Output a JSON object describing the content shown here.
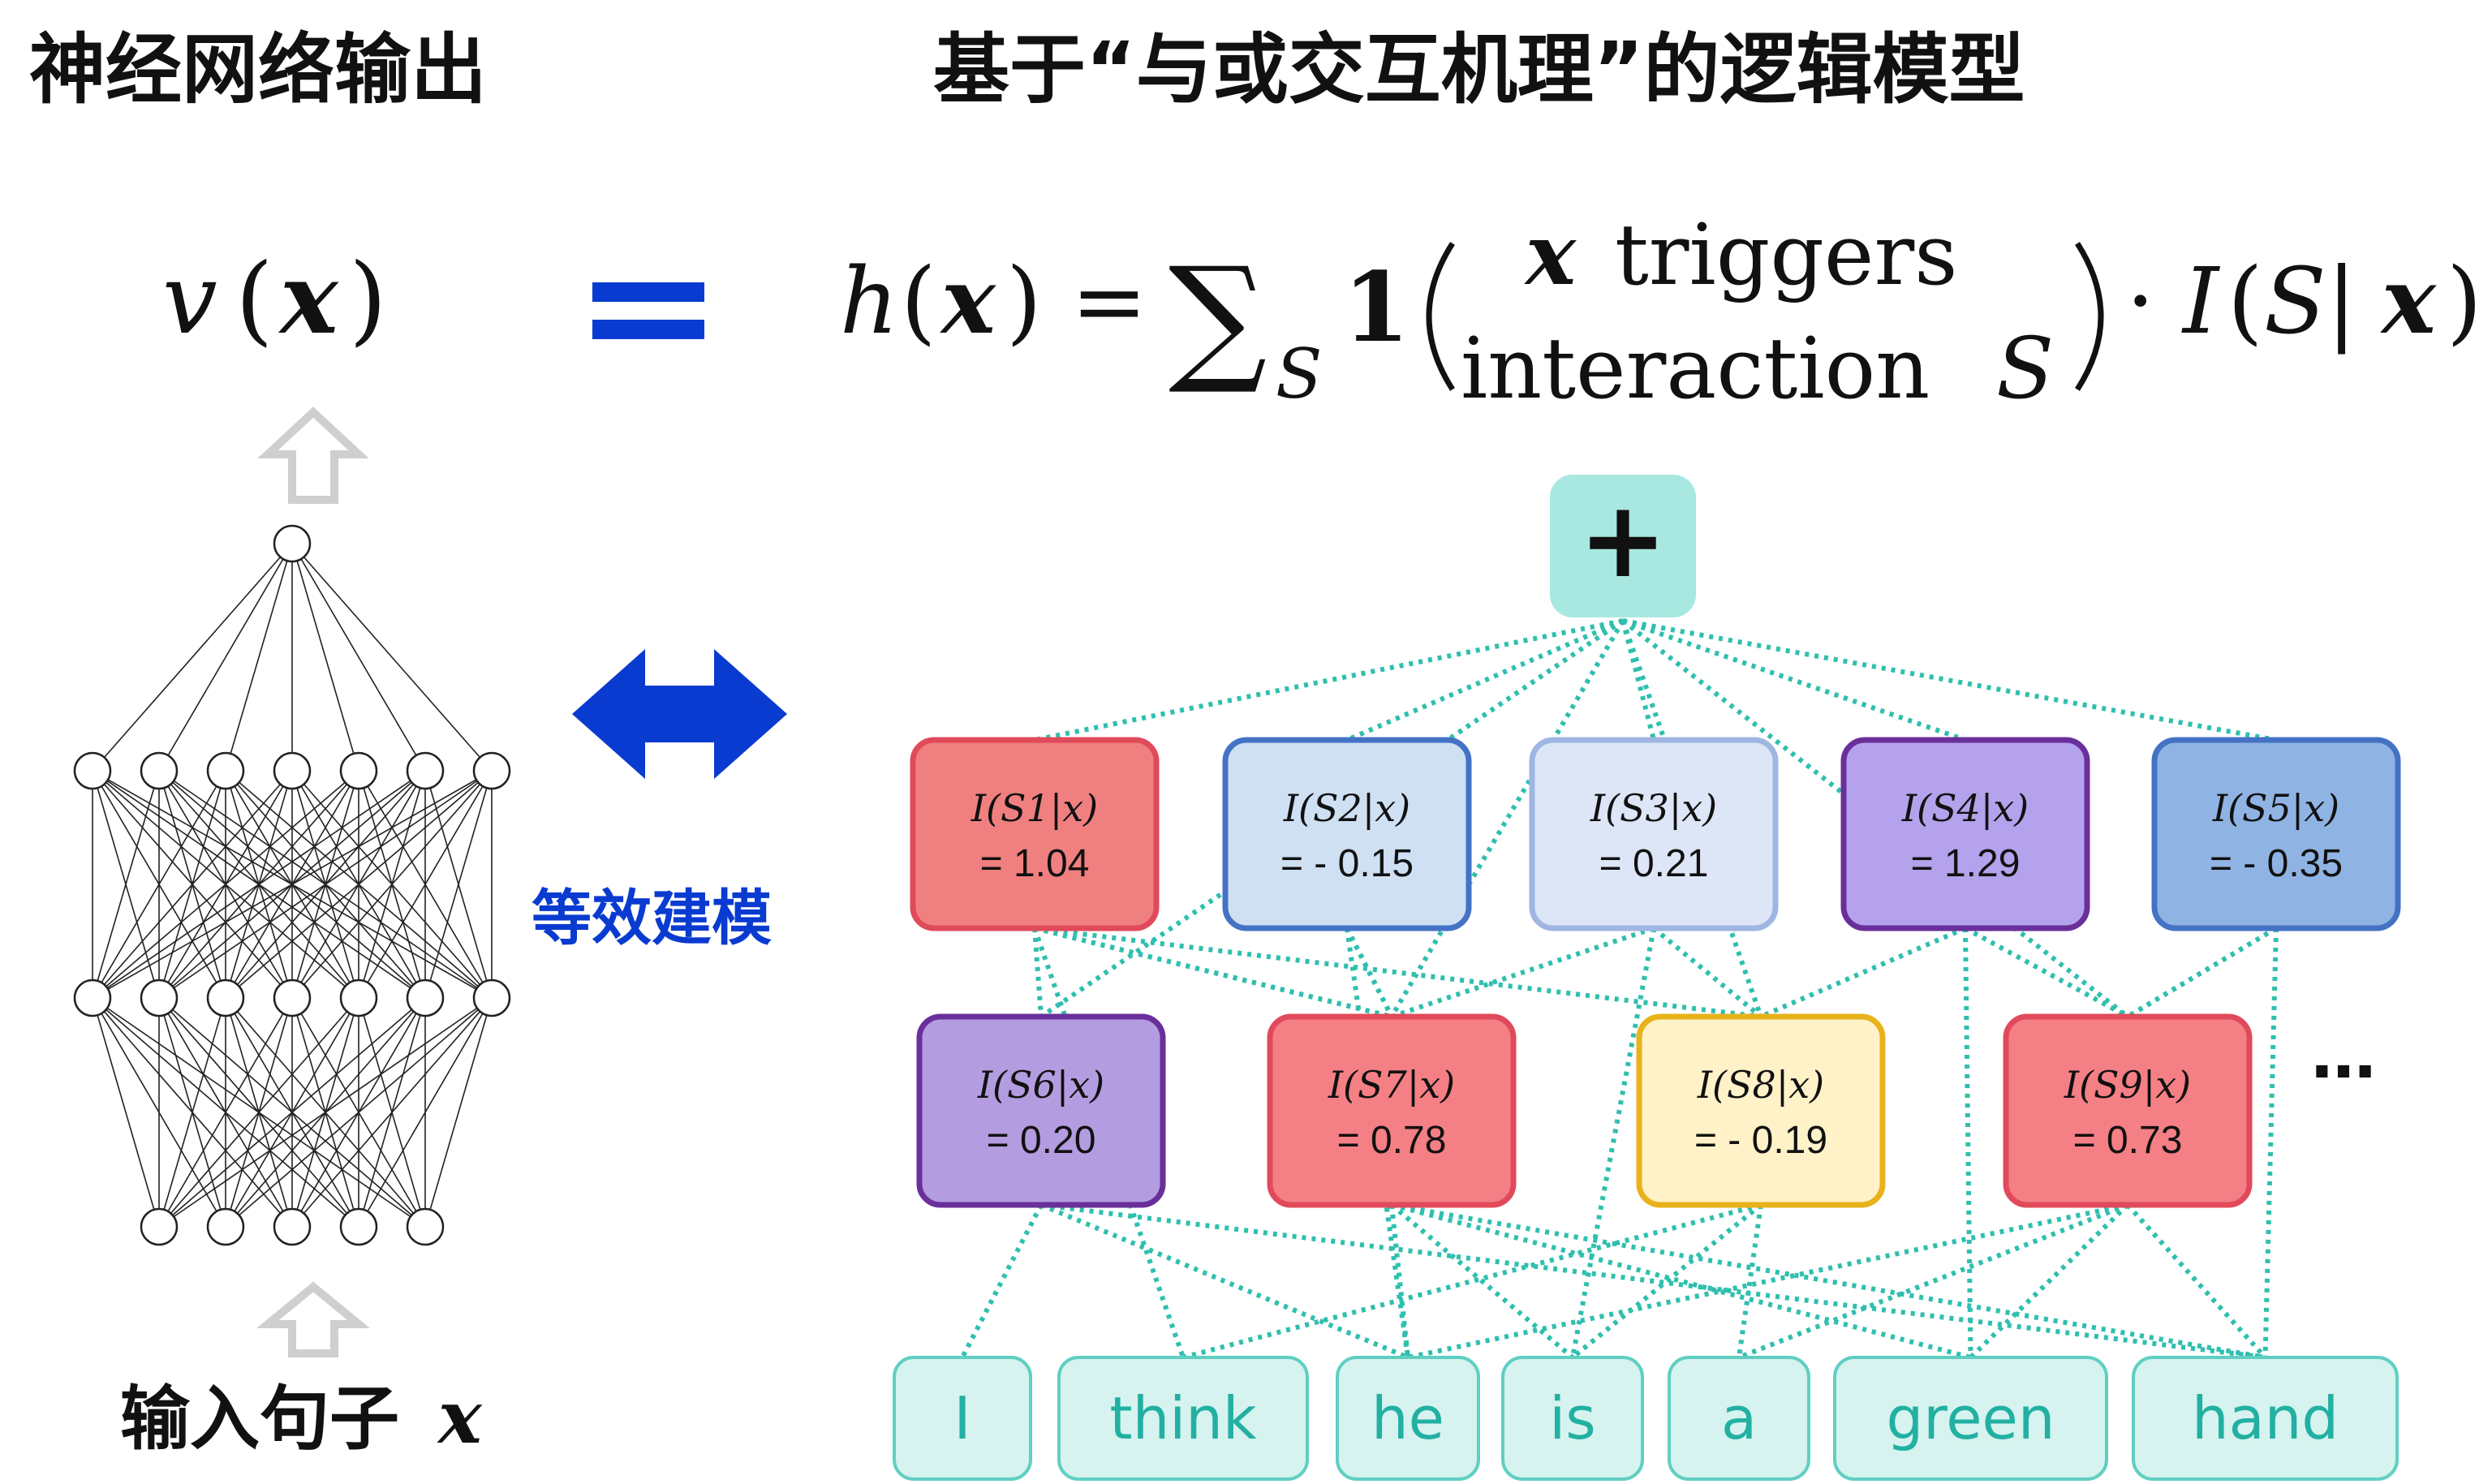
{
  "titles": {
    "left": "神经网络输出",
    "right": "基于“与或交互机理”的逻辑模型"
  },
  "formula": {
    "lhs_func": "v",
    "arg": "x",
    "equals_sign": "=",
    "rhs_func": "h",
    "sum_symbol": "∑",
    "sum_sub": "S",
    "indicator": "1",
    "cond_top_var": "x",
    "cond_top_word": "triggers",
    "cond_bottom_word": "interaction",
    "cond_bottom_var": "S",
    "dot": "·",
    "interaction_func": "I",
    "interaction_arg": "S|"
  },
  "equivalence_label": "等效建模",
  "input_caption": "输入句子",
  "input_var": "x",
  "sum_node": "+",
  "ellipsis": "…",
  "colors": {
    "arrow": "#0a3bd1",
    "connector": "#2fbfae",
    "sum_node": "#a8e8e0",
    "word_fill": "#d6f3ef",
    "word_stroke": "#5fcfc2"
  },
  "interactions": [
    {
      "label": "I(S1|x)",
      "value": "= 1.04",
      "fill": "#f08080",
      "stroke": "#e04a5a"
    },
    {
      "label": "I(S2|x)",
      "value": "= - 0.15",
      "fill": "#cfe0f3",
      "stroke": "#4472c4"
    },
    {
      "label": "I(S3|x)",
      "value": "= 0.21",
      "fill": "#dde6f6",
      "stroke": "#9fb6e2"
    },
    {
      "label": "I(S4|x)",
      "value": "= 1.29",
      "fill": "#b4a2ec",
      "stroke": "#6a2f9a"
    },
    {
      "label": "I(S5|x)",
      "value": "= - 0.35",
      "fill": "#8fb4e3",
      "stroke": "#4472c4"
    },
    {
      "label": "I(S6|x)",
      "value": "= 0.20",
      "fill": "#b49ce0",
      "stroke": "#6a2f9a"
    },
    {
      "label": "I(S7|x)",
      "value": "= 0.78",
      "fill": "#f47f85",
      "stroke": "#e04a5a"
    },
    {
      "label": "I(S8|x)",
      "value": "= - 0.19",
      "fill": "#fff2c8",
      "stroke": "#e8b21a"
    },
    {
      "label": "I(S9|x)",
      "value": "= 0.73",
      "fill": "#f47f85",
      "stroke": "#e04a5a"
    }
  ],
  "words": [
    "I",
    "think",
    "he",
    "is",
    "a",
    "green",
    "hand"
  ]
}
